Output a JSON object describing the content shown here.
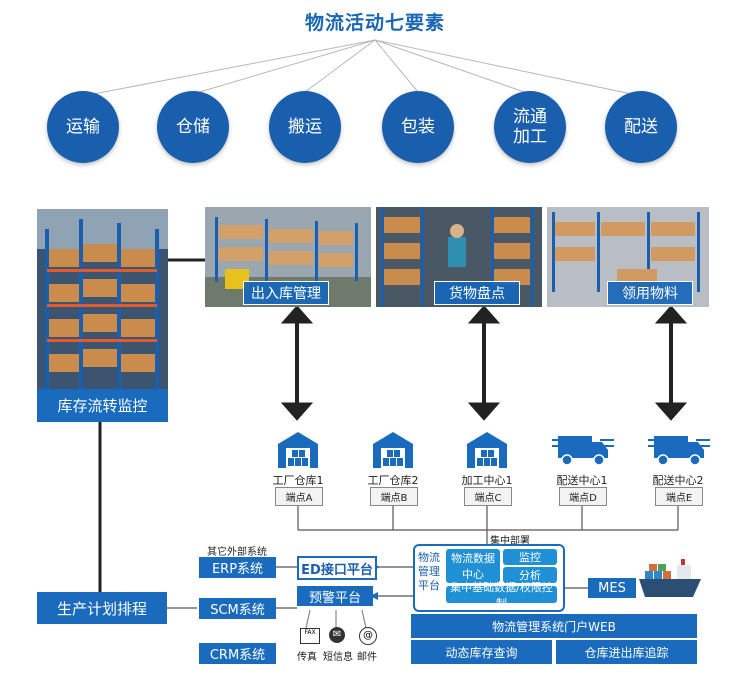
{
  "title": "物流活动七要素",
  "elements": [
    {
      "lines": [
        "运输"
      ]
    },
    {
      "lines": [
        "仓储"
      ]
    },
    {
      "lines": [
        "搬运"
      ]
    },
    {
      "lines": [
        "包装"
      ]
    },
    {
      "lines": [
        "流通",
        "加工"
      ]
    },
    {
      "lines": [
        "配送"
      ]
    }
  ],
  "inventory_monitor": "库存流转监控",
  "photo_labels": {
    "inout": "出入库管理",
    "count": "货物盘点",
    "pick": "领用物料"
  },
  "nodes": [
    {
      "name": "工厂仓库1",
      "endpoint": "端点A",
      "icon": "warehouse-icon"
    },
    {
      "name": "工厂仓库2",
      "endpoint": "端点B",
      "icon": "warehouse-icon"
    },
    {
      "name": "加工中心1",
      "endpoint": "端点C",
      "icon": "warehouse-icon"
    },
    {
      "name": "配送中心1",
      "endpoint": "端点D",
      "icon": "truck-icon"
    },
    {
      "name": "配送中心2",
      "endpoint": "端点E",
      "icon": "truck-icon"
    }
  ],
  "central_deploy": "集中部署",
  "other_systems_label": "其它外部系统",
  "production_plan": "生产计划排程",
  "external_systems": {
    "erp": "ERP系统",
    "scm": "SCM系统",
    "crm": "CRM系统"
  },
  "platforms": {
    "edi": "ED接口平台",
    "alert": "预警平台"
  },
  "notify": {
    "fax": "传真",
    "sms": "短信息",
    "mail": "邮件",
    "fax_icon_text": "FAX"
  },
  "lms": {
    "title_lines": [
      "物流",
      "管理",
      "平台"
    ],
    "data_center": "物流数据中心",
    "monitor": "监控",
    "analysis": "分析",
    "base": "集中基础数据/权限控制"
  },
  "mes": "MES",
  "portal": {
    "title": "物流管理系统门户WEB",
    "left": "动态库存查询",
    "right": "仓库进出库追踪"
  },
  "colors": {
    "primary": "#1a6bbd",
    "dark": "#1a5fae",
    "accent": "#1f8fd6"
  }
}
